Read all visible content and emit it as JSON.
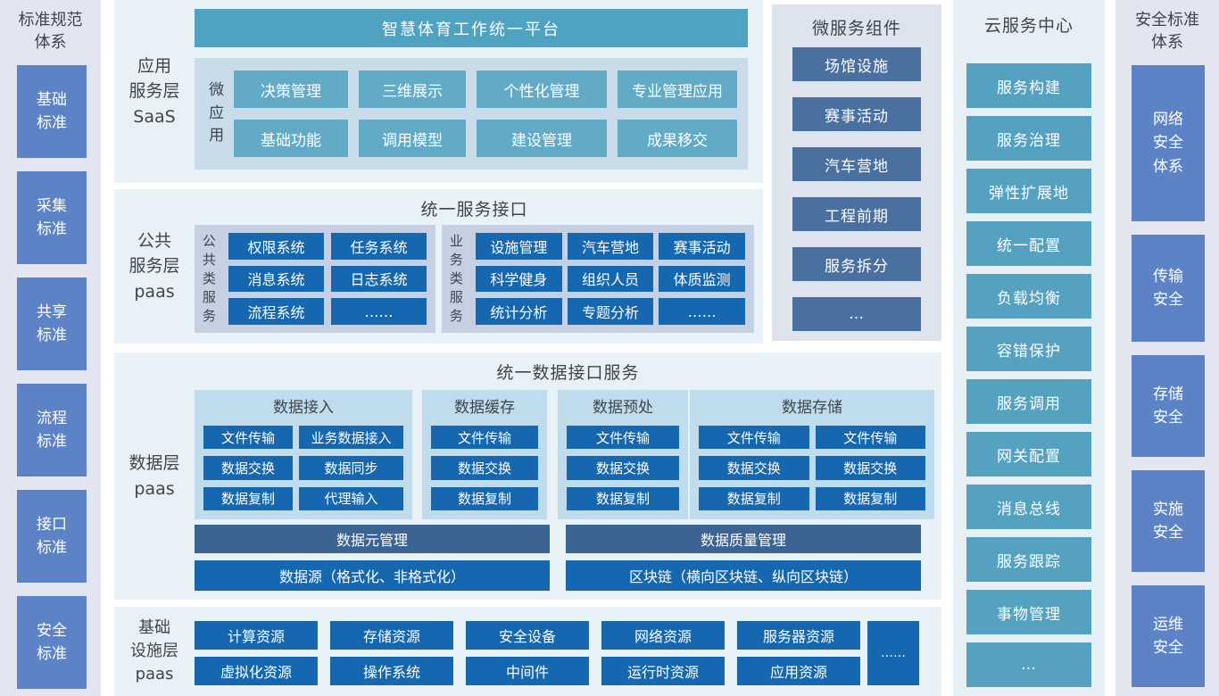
{
  "palette": {
    "strip_bg": "#e3e6f1",
    "strip_btn": "#5b83c5",
    "panel_bg": "#e8f1f5",
    "banner": "#4fa3c0",
    "saas_sub": "#c9dcea",
    "saas_btn": "#61abc6",
    "public_sub": "#c6d0e3",
    "blue_btn": "#1568b0",
    "data_sub": "#bfdcec",
    "meta_bar": "#3c6492",
    "micro_bg": "#dee4ee",
    "micro_btn": "#4a70a0",
    "cloud_bg": "#e6eff4",
    "cloud_btn": "#55a2c0",
    "heading": "#3f454c"
  },
  "standards_sidebar": {
    "title": "标准规范体系",
    "items": [
      "基础标准",
      "采集标准",
      "共享标准",
      "流程标准",
      "接口标准",
      "安全标准"
    ]
  },
  "saas_layer": {
    "label_lines": [
      "应用",
      "服务层",
      "SaaS"
    ],
    "banner": "智慧体育工作统一平台",
    "micro_app_label": "微应用",
    "apps": [
      "决策管理",
      "三维展示",
      "个性化管理",
      "专业管理应用",
      "基础功能",
      "调用模型",
      "建设管理",
      "成果移交"
    ]
  },
  "public_layer": {
    "label_lines": [
      "公共",
      "服务层",
      "paas"
    ],
    "title": "统一服务接口",
    "public_group": {
      "label": "公共类服务",
      "items": [
        "权限系统",
        "任务系统",
        "消息系统",
        "日志系统",
        "流程系统",
        "……"
      ]
    },
    "business_group": {
      "label": "业务类服务",
      "items": [
        "设施管理",
        "汽车营地",
        "赛事活动",
        "科学健身",
        "组织人员",
        "体质监测",
        "统计分析",
        "专题分析",
        "……"
      ]
    }
  },
  "data_layer": {
    "label_lines": [
      "数据层",
      "paas"
    ],
    "title": "统一数据接口服务",
    "groups": [
      {
        "title": "数据接入",
        "items": [
          "文件传输",
          "业务数据接入",
          "数据交换",
          "数据同步",
          "数据复制",
          "代理输入"
        ]
      },
      {
        "title": "数据缓存",
        "items": [
          "文件传输",
          "数据交换",
          "数据复制"
        ]
      },
      {
        "title": "数据预处",
        "items": [
          "文件传输",
          "数据交换",
          "数据复制"
        ]
      },
      {
        "title": "数据存储",
        "items": [
          "文件传输",
          "文件传输",
          "数据交换",
          "数据交换",
          "数据复制",
          "数据复制"
        ]
      }
    ],
    "meta_bars": [
      "数据元管理",
      "数据质量管理"
    ],
    "source_bars": [
      "数据源（格式化、非格式化）",
      "区块链（横向区块链、纵向区块链）"
    ]
  },
  "infra_layer": {
    "label_lines": [
      "基础",
      "设施层",
      "paas"
    ],
    "row1": [
      "计算资源",
      "存储资源",
      "安全设备",
      "网络资源",
      "服务器资源"
    ],
    "row2": [
      "虚拟化资源",
      "操作系统",
      "中间件",
      "运行时资源",
      "应用资源"
    ],
    "more": "……"
  },
  "microservices": {
    "title": "微服务组件",
    "items": [
      "场馆设施",
      "赛事活动",
      "汽车营地",
      "工程前期",
      "服务拆分",
      "…"
    ]
  },
  "cloud_center": {
    "title": "云服务中心",
    "items": [
      "服务构建",
      "服务治理",
      "弹性扩展地",
      "统一配置",
      "负载均衡",
      "容错保护",
      "服务调用",
      "网关配置",
      "消息总线",
      "服务跟踪",
      "事物管理",
      "…"
    ]
  },
  "security_sidebar": {
    "title": "安全标准体系",
    "items": [
      "网络安全体系",
      "传输安全",
      "存储安全",
      "实施安全",
      "运维安全"
    ]
  }
}
